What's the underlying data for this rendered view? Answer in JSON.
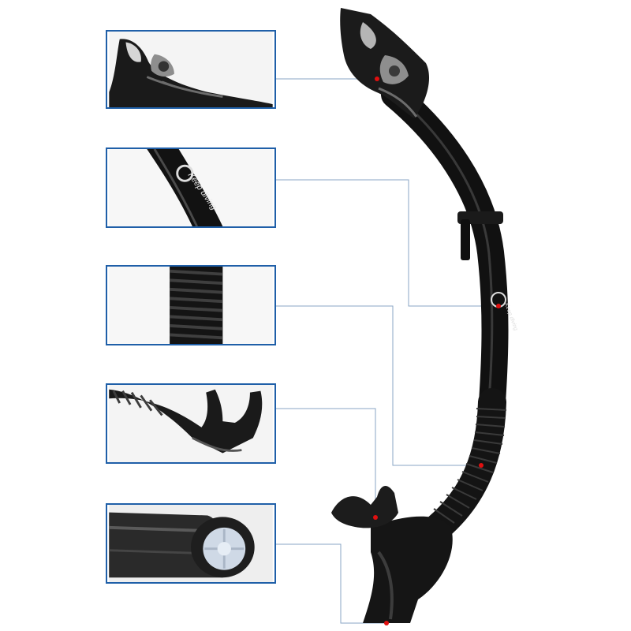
{
  "image": {
    "subject": "dry-top snorkel with detail callouts",
    "brand_text": "Keep diving",
    "colors": {
      "tube": "#111111",
      "tube_highlight": "#4a4a4a",
      "valve_grey": "#8e8e8e",
      "frame_blue": "#1f5fa8",
      "leader_line": "#8aa6c4",
      "marker_red": "#e01010",
      "lens_blue": "#cfd9e6"
    },
    "callouts": [
      {
        "name": "dry-top-valve",
        "icon": "valve-detail"
      },
      {
        "name": "brand-logo",
        "icon": "logo-detail"
      },
      {
        "name": "corrugated-flex-hose",
        "icon": "hose-detail"
      },
      {
        "name": "mouthpiece",
        "icon": "mouthpiece-detail"
      },
      {
        "name": "purge-valve",
        "icon": "purge-valve-detail"
      }
    ]
  }
}
